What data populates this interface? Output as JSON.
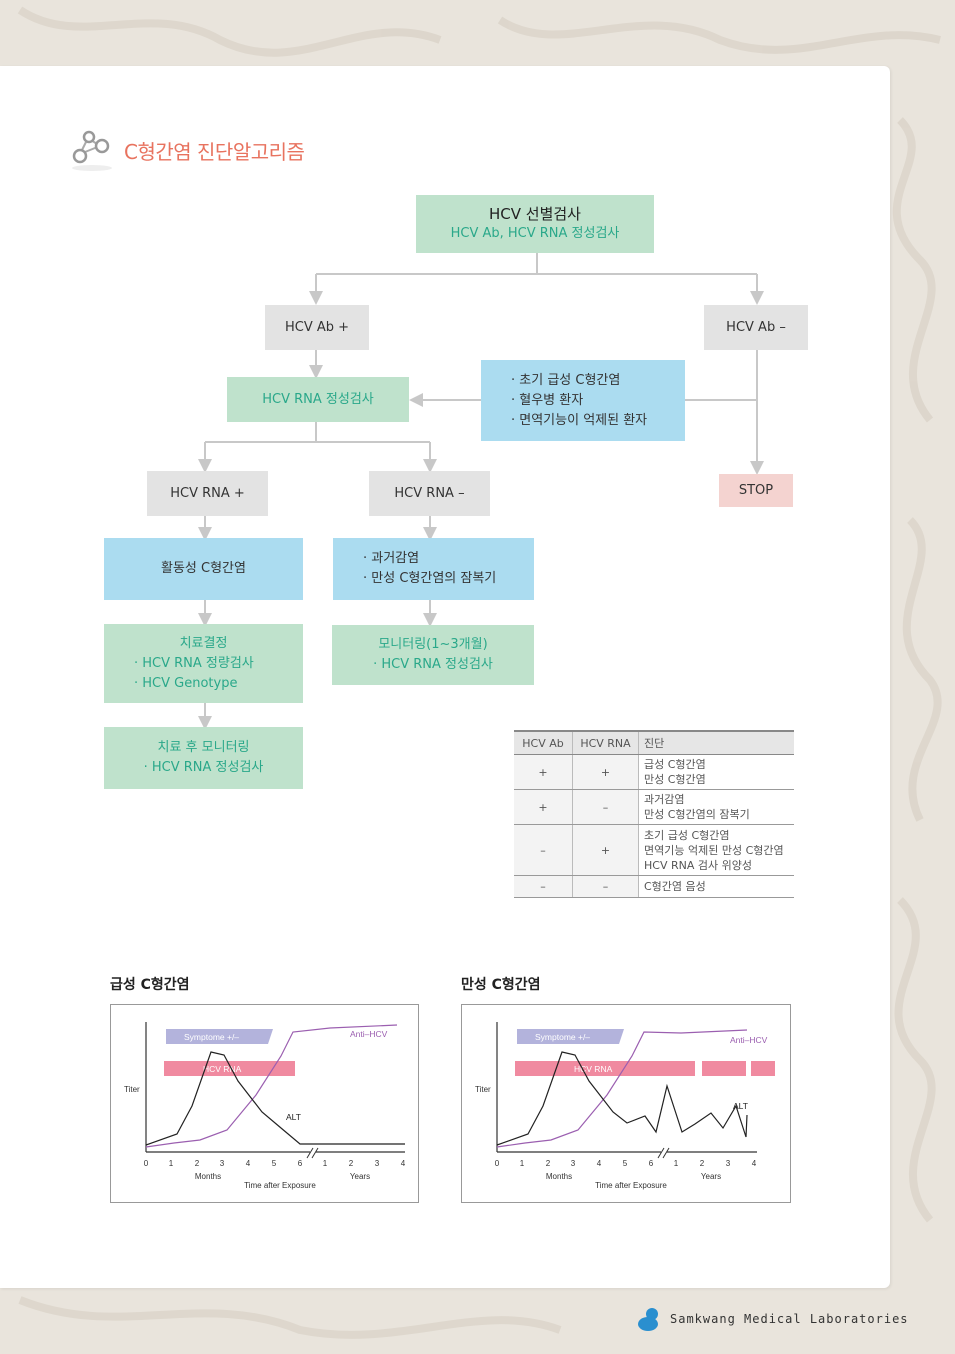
{
  "title": "C형간염 진단알고리즘",
  "flow": {
    "screen": {
      "title": "HCV 선별검사",
      "sub": "HCV Ab, HCV RNA 정성검사"
    },
    "ab_pos": "HCV Ab +",
    "ab_neg": "HCV Ab –",
    "special": [
      "· 초기 급성 C형간염",
      "· 혈우병 환자",
      "· 면역기능이 억제된 환자"
    ],
    "rna_qual": "HCV RNA 정성검사",
    "stop": "STOP",
    "rna_pos": "HCV RNA +",
    "rna_neg": "HCV RNA –",
    "active": "활동성 C형간염",
    "past": [
      "· 과거감염",
      "· 만성 C형간염의 잠복기"
    ],
    "treat": {
      "title": "치료결정",
      "items": [
        "· HCV RNA 정량검사",
        "· HCV Genotype"
      ]
    },
    "monitor": {
      "title": "모니터링(1~3개월)",
      "items": [
        "· HCV RNA 정성검사"
      ]
    },
    "post": {
      "title": "치료 후 모니터링",
      "items": [
        "· HCV RNA 정성검사"
      ]
    }
  },
  "table": {
    "headers": [
      "HCV Ab",
      "HCV RNA",
      "진단"
    ],
    "rows": [
      {
        "ab": "+",
        "rna": "+",
        "dx": [
          "급성 C형간염",
          "만성 C형간염"
        ]
      },
      {
        "ab": "+",
        "rna": "–",
        "dx": [
          "과거감염",
          "만성 C형간염의 잠복기"
        ]
      },
      {
        "ab": "–",
        "rna": "+",
        "dx": [
          "초기 급성 C형간염",
          "면역기능 억제된 만성 C형간염",
          "HCV RNA 검사 위양성"
        ]
      },
      {
        "ab": "–",
        "rna": "–",
        "dx": [
          "C형간염 음성"
        ]
      }
    ]
  },
  "graphs": [
    {
      "title": "급성 C형간염",
      "symptom": "Symptome +/–",
      "hcvrna": "HCV RNA",
      "anti": "Anti–HCV",
      "alt": "ALT",
      "titer": "Titer",
      "months_ticks": [
        "0",
        "1",
        "2",
        "3",
        "4",
        "5",
        "6"
      ],
      "years_ticks": [
        "1",
        "2",
        "3",
        "4"
      ],
      "months_label": "Months",
      "years_label": "Years",
      "xlabel": "Time after Exposure"
    },
    {
      "title": "만성 C형간염",
      "symptom": "Symptome +/–",
      "hcvrna": "HCV RNA",
      "anti": "Anti–HCV",
      "alt": "ALT",
      "titer": "Titer",
      "months_ticks": [
        "0",
        "1",
        "2",
        "3",
        "4",
        "5",
        "6"
      ],
      "years_ticks": [
        "1",
        "2",
        "3",
        "4"
      ],
      "months_label": "Months",
      "years_label": "Years",
      "xlabel": "Time after Exposure"
    }
  ],
  "footer": "Samkwang Medical Laboratories",
  "colors": {
    "accent": "#e8735f",
    "green_box": "#bfe2cc",
    "blue_box": "#abdcf0",
    "gray_box": "#e3e3e3",
    "stop_box": "#f4d3d0",
    "anti_line": "#9b5fb0",
    "rna_bar": "#f08aa0",
    "symptom_bar": "#b3b3dc"
  }
}
